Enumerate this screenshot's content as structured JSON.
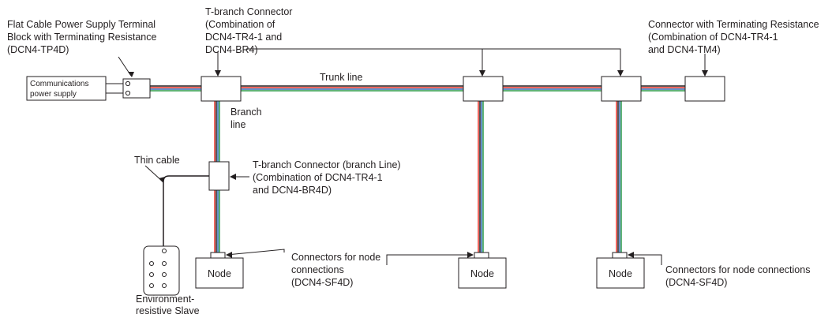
{
  "labels": {
    "flat_cable_terminal": [
      "Flat Cable Power Supply Terminal",
      "Block with Terminating Resistance",
      "(DCN4-TP4D)"
    ],
    "t_branch_trunk": [
      "T-branch Connector",
      "(Combination of",
      "DCN4-TR4-1 and",
      "DCN4-BR4)"
    ],
    "terminating_connector": [
      "Connector with Terminating Resistance",
      "(Combination of DCN4-TR4-1",
      "and DCN4-TM4)"
    ],
    "trunk_line": "Trunk line",
    "branch_line": [
      "Branch",
      "line"
    ],
    "thin_cable": "Thin cable",
    "t_branch_branch": [
      "T-branch Connector (branch Line)",
      "(Combination of DCN4-TR4-1",
      "and DCN4-BR4D)"
    ],
    "connectors_middle": [
      "Connectors for node",
      "connections",
      "(DCN4-SF4D)"
    ],
    "connectors_right": [
      "Connectors for node connections",
      "(DCN4-SF4D)"
    ],
    "env_slave": [
      "Environment-",
      "resistive Slave"
    ]
  },
  "power_supply": [
    "Communications",
    "power supply"
  ],
  "nodes": [
    "Node",
    "Node",
    "Node"
  ],
  "colors": {
    "red": "#e8352b",
    "blue": "#2f6db5",
    "green": "#2c9a4a",
    "black": "#231f20"
  }
}
